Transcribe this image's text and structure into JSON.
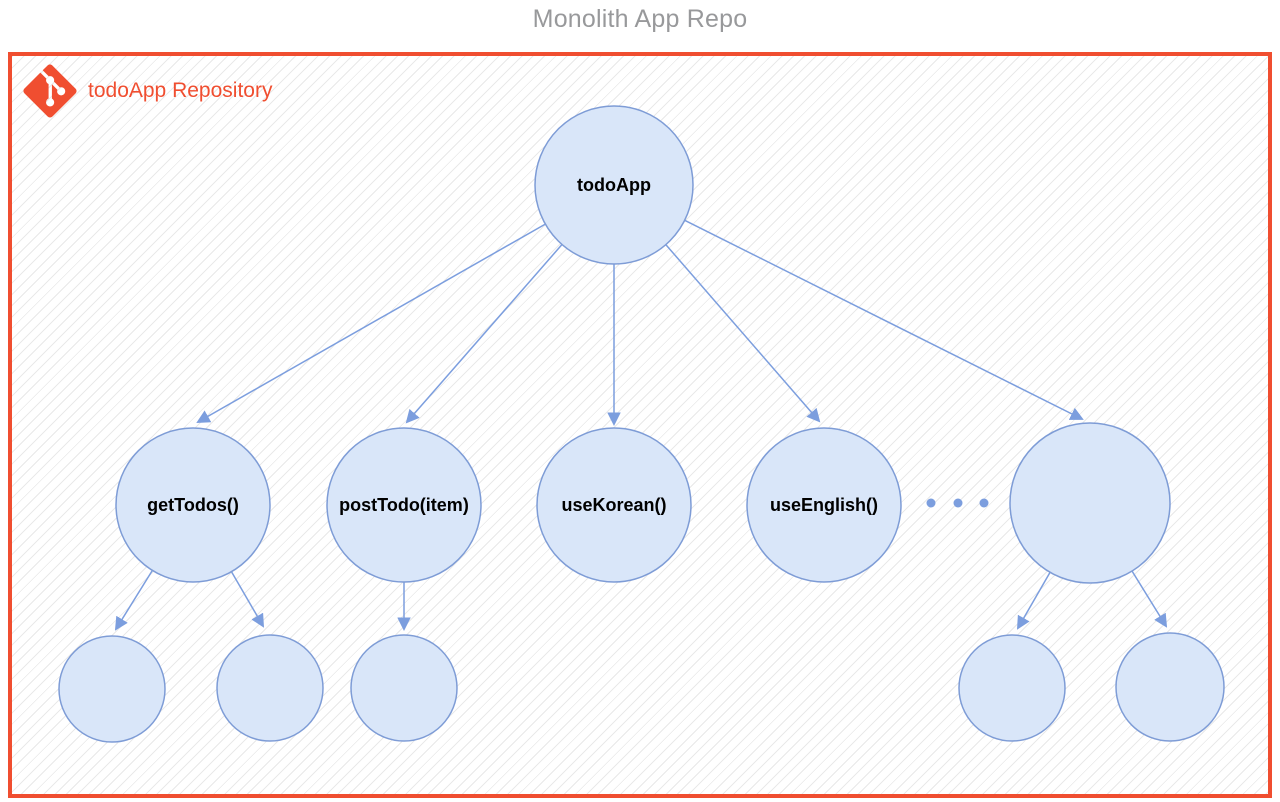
{
  "title": "Monolith App Repo",
  "repository": {
    "label": "todoApp Repository",
    "icon": "git-icon"
  },
  "diagram": {
    "root": {
      "label": "todoApp"
    },
    "level2": [
      {
        "label": "getTodos()"
      },
      {
        "label": "postTodo(item)"
      },
      {
        "label": "useKorean()"
      },
      {
        "label": "useEnglish()"
      },
      {
        "label": ""
      }
    ],
    "ellipsis_dot_count": 3,
    "unlabeled_leaf_count": 5,
    "edges": [
      "todoApp->getTodos()",
      "todoApp->postTodo(item)",
      "todoApp->useKorean()",
      "todoApp->useEnglish()",
      "todoApp->unlabeled",
      "getTodos()->leaf1",
      "getTodos()->leaf2",
      "postTodo(item)->leaf3",
      "unlabeled->leaf4",
      "unlabeled->leaf5"
    ]
  },
  "colors": {
    "accent_red": "#F04E30",
    "node_fill": "#D9E6F9",
    "node_stroke": "#7E9CD6",
    "edge_blue": "#7C9EDE",
    "title_gray": "#98999B",
    "node_text": "#000000",
    "hatch_line": "#E8E8E8"
  }
}
